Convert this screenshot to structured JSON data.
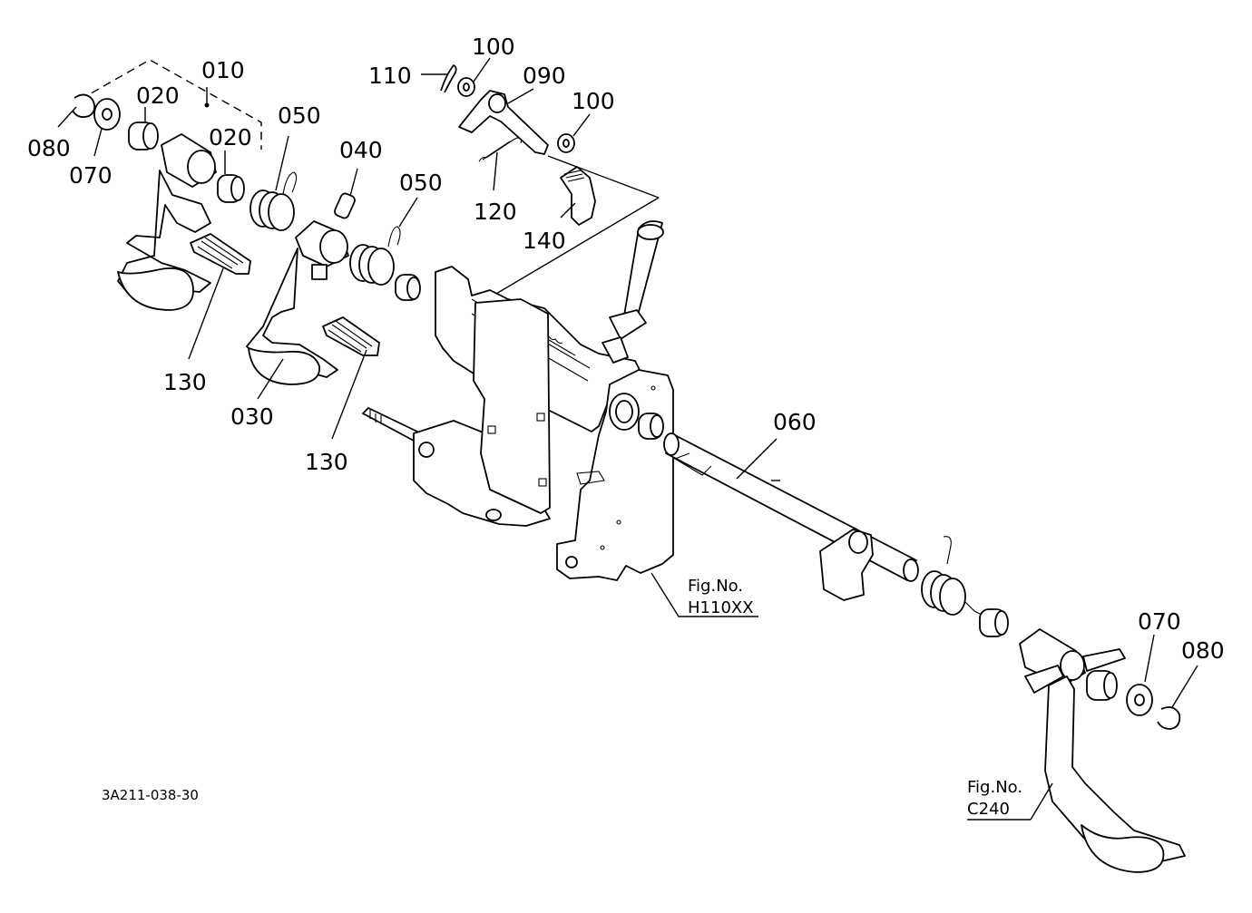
{
  "parts": {
    "p010": "010",
    "p020a": "020",
    "p020b": "020",
    "p030": "030",
    "p040": "040",
    "p050a": "050",
    "p050b": "050",
    "p060": "060",
    "p070a": "070",
    "p070b": "070",
    "p080a": "080",
    "p080b": "080",
    "p090": "090",
    "p100a": "100",
    "p100b": "100",
    "p110": "110",
    "p120": "120",
    "p130a": "130",
    "p130b": "130",
    "p140": "140"
  },
  "figrefs": {
    "h_label": "Fig.No.",
    "h_value": "H110XX",
    "c_label": "Fig.No.",
    "c_value": "C240"
  },
  "drawing_code": "3A211-038-30"
}
